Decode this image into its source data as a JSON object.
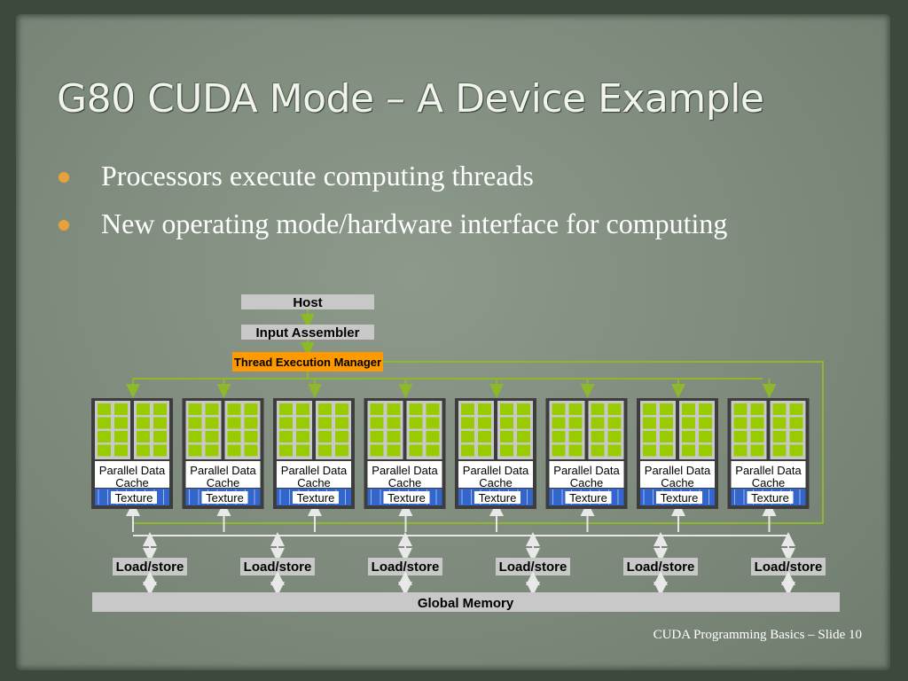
{
  "slide": {
    "title": "G80 CUDA Mode – A Device Example",
    "bullets": [
      "Processors execute computing threads",
      "New operating mode/hardware interface for computing"
    ],
    "footer": "CUDA Programming Basics – Slide  10"
  },
  "diagram": {
    "host_label": "Host",
    "assembler_label": "Input Assembler",
    "manager_label": "Thread Execution Manager",
    "pdc_line1": "Parallel Data",
    "pdc_line2": "Cache",
    "texture_label": "Texture",
    "cluster_count": 8,
    "loadstore_labels": [
      "Load/store",
      "Load/store",
      "Load/store",
      "Load/store",
      "Load/store",
      "Load/store"
    ],
    "memory_label": "Global Memory",
    "colors": {
      "processor_green": "#99cc00",
      "manager_orange": "#ff9900",
      "link_green": "#8db928",
      "texture_blue": "#3366cc",
      "block_gray": "#c8c8c8"
    }
  }
}
